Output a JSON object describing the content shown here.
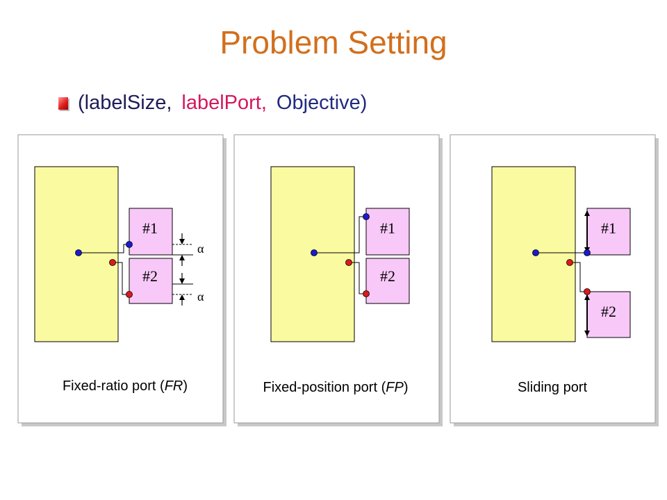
{
  "title": "Problem Setting",
  "bullet": {
    "open": "(labelSize,",
    "port": "labelPort,",
    "objective": "Objective)"
  },
  "panels": [
    {
      "label1": "#1",
      "label2": "#2",
      "alpha1": "α",
      "alpha2": "α",
      "caption_prefix": "Fixed-ratio port (",
      "caption_italic": "FR",
      "caption_suffix": ")"
    },
    {
      "label1": "#1",
      "label2": "#2",
      "caption_prefix": "Fixed-position port (",
      "caption_italic": "FP",
      "caption_suffix": ")"
    },
    {
      "label1": "#1",
      "label2": "#2",
      "caption_prefix": "Sliding port",
      "caption_italic": "",
      "caption_suffix": ""
    }
  ],
  "colors": {
    "title": "#d26f1c",
    "node_fill": "#fafaa0",
    "label_fill": "#f8c8f8",
    "port_blue": "#1a1ad2",
    "port_red": "#dd1a1a"
  }
}
